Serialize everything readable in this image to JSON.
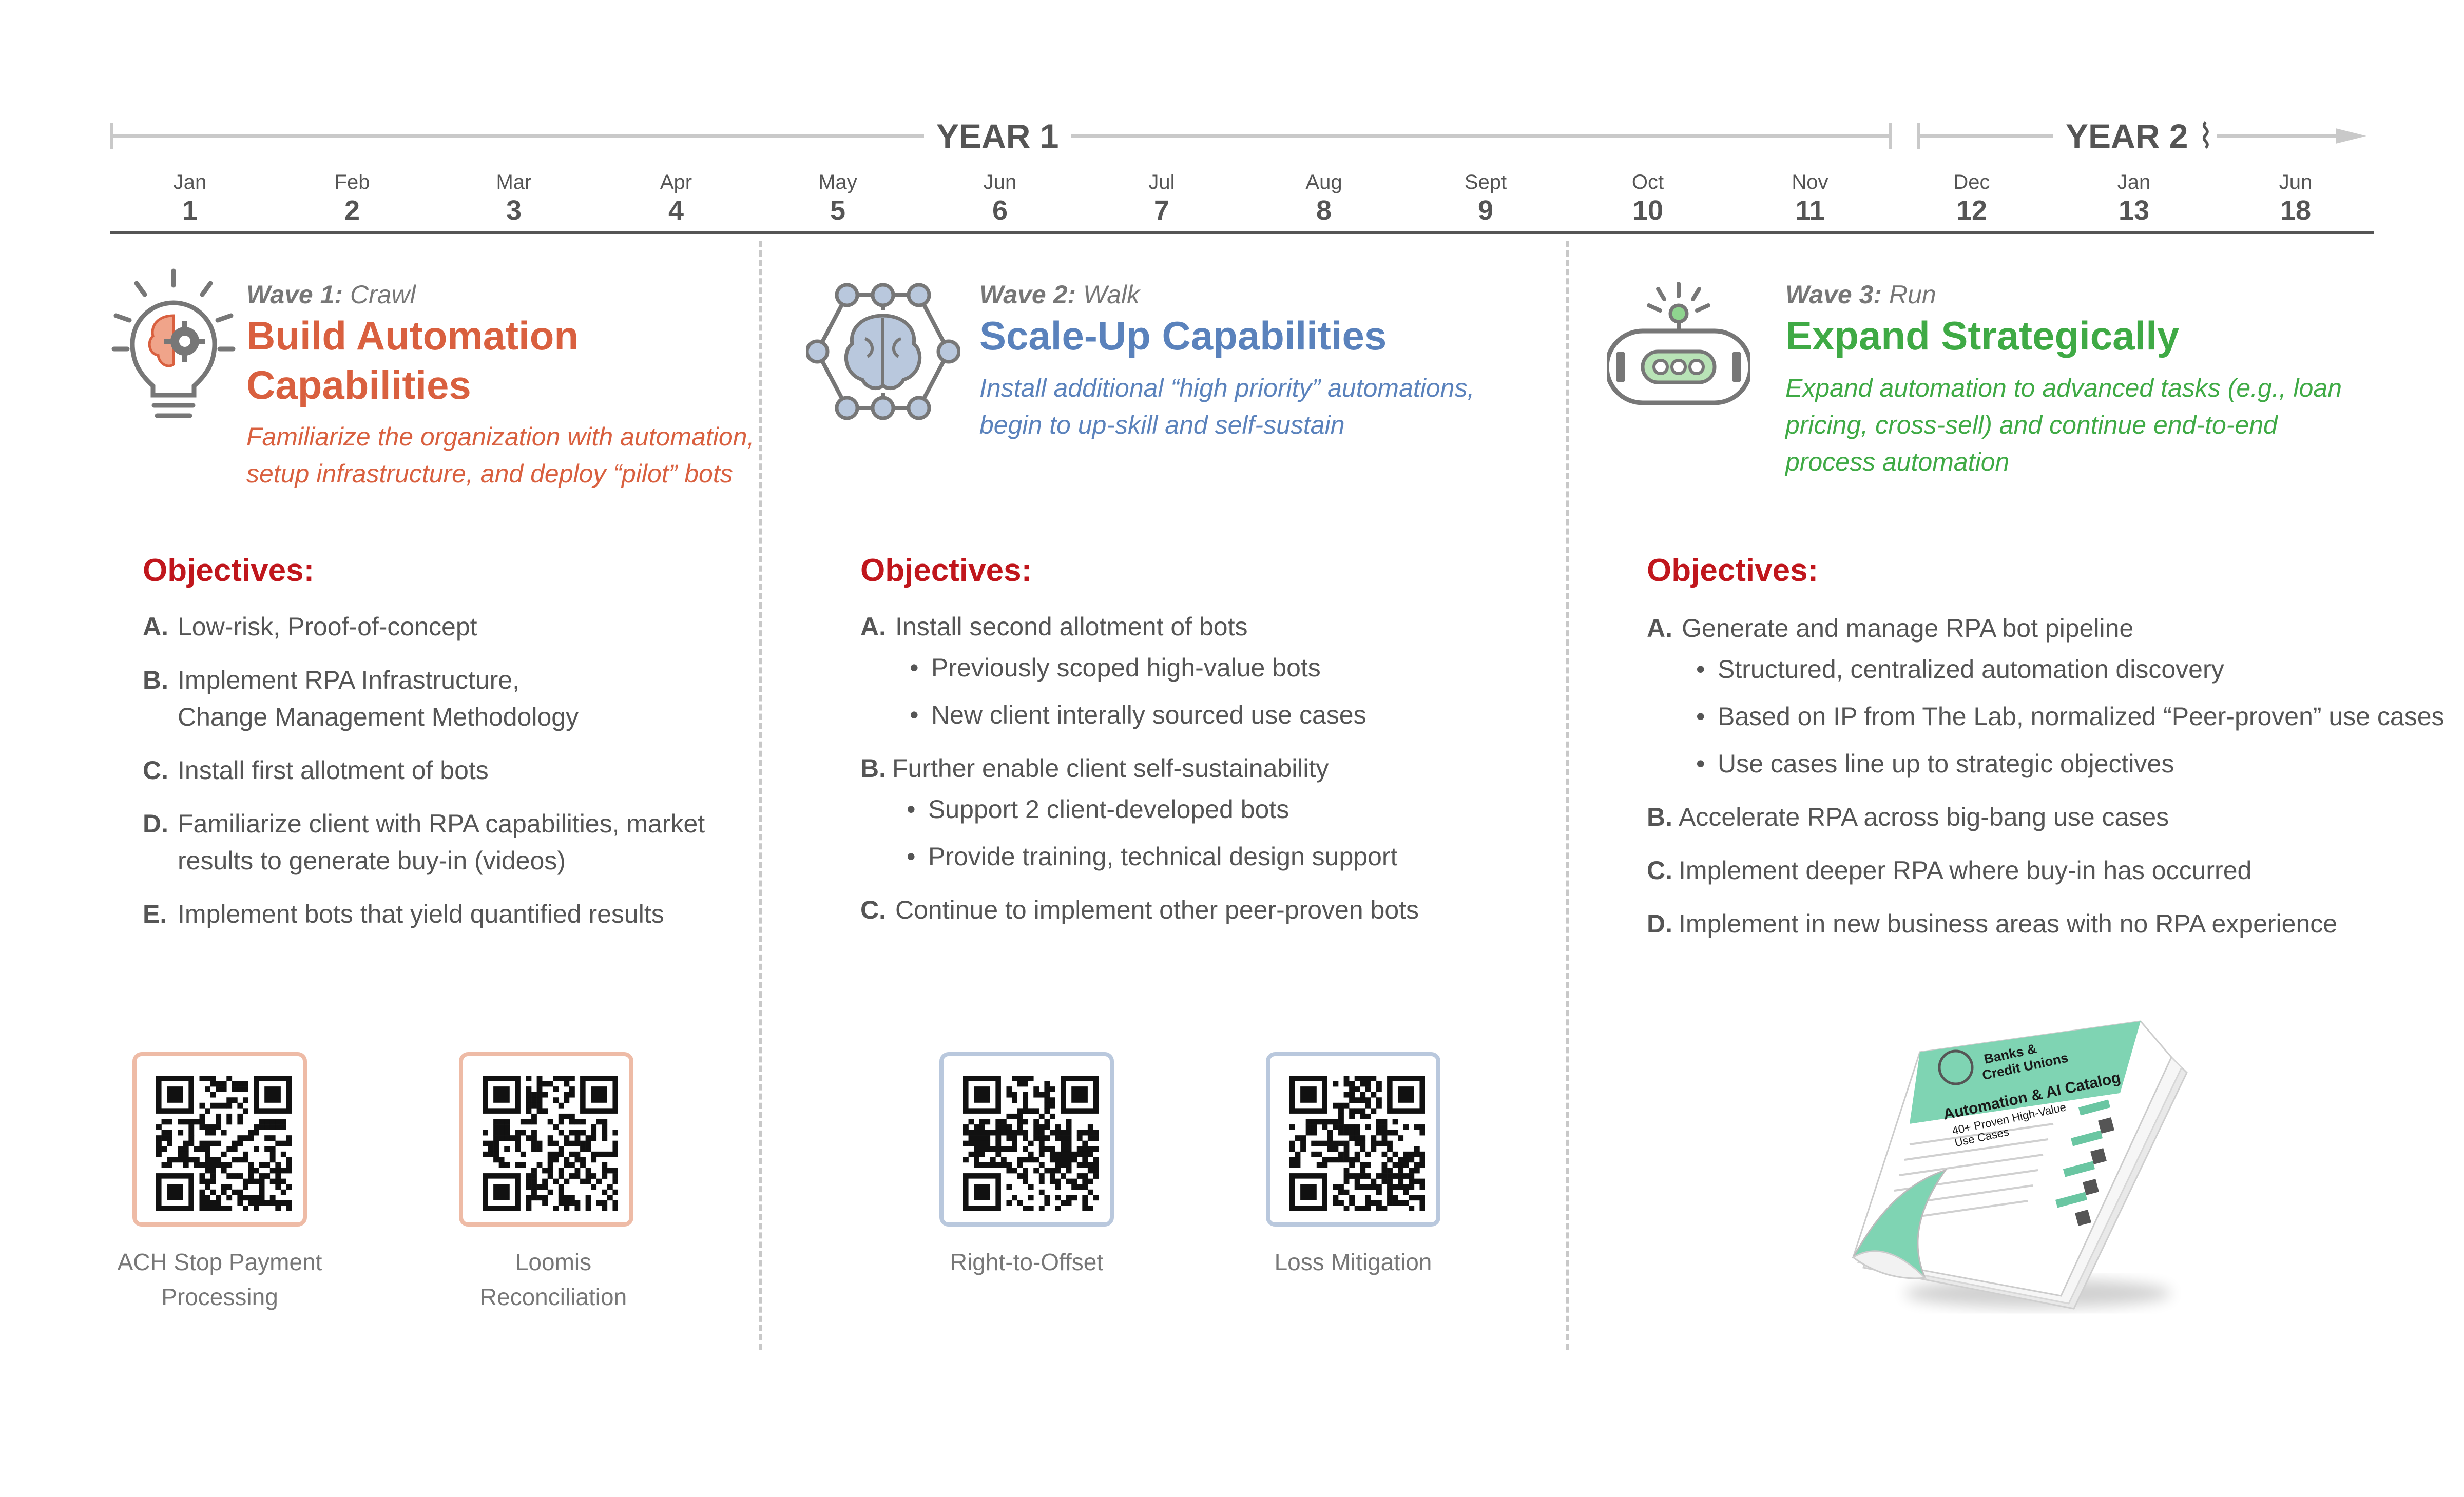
{
  "timeline": {
    "year1_label": "YEAR 1",
    "year2_label": "YEAR 2",
    "break_mark": "⌇",
    "months": [
      {
        "name": "Jan",
        "num": "1"
      },
      {
        "name": "Feb",
        "num": "2"
      },
      {
        "name": "Mar",
        "num": "3"
      },
      {
        "name": "Apr",
        "num": "4"
      },
      {
        "name": "May",
        "num": "5"
      },
      {
        "name": "Jun",
        "num": "6"
      },
      {
        "name": "Jul",
        "num": "7"
      },
      {
        "name": "Aug",
        "num": "8"
      },
      {
        "name": "Sept",
        "num": "9"
      },
      {
        "name": "Oct",
        "num": "10"
      },
      {
        "name": "Nov",
        "num": "11"
      },
      {
        "name": "Dec",
        "num": "12"
      },
      {
        "name": "Jan",
        "num": "13"
      },
      {
        "name": "Jun",
        "num": "18"
      }
    ]
  },
  "waves": [
    {
      "label_bold": "Wave 1:",
      "label_rest": " Crawl",
      "title_line1": "Build Automation",
      "title_line2": "Capabilities",
      "desc_line1": "Familiarize the organization with automation,",
      "desc_line2": "setup infrastructure, and deploy “pilot” bots",
      "color": "#d9603f",
      "icon": "lightbulb-brain-gear-icon",
      "objectives_heading": "Objectives:",
      "objectives": [
        {
          "letter": "A.",
          "line1": "Low-risk, Proof-of-concept",
          "line2": ""
        },
        {
          "letter": "B.",
          "line1": "Implement RPA Infrastructure,",
          "line2": "Change Management Methodology"
        },
        {
          "letter": "C.",
          "line1": "Install first allotment of bots",
          "line2": ""
        },
        {
          "letter": "D.",
          "line1": "Familiarize client with RPA capabilities, market",
          "line2": "results to generate buy-in (videos)"
        },
        {
          "letter": "E.",
          "line1": "Implement bots that yield quantified results",
          "line2": ""
        }
      ],
      "qr_cards": [
        {
          "caption_line1": "ACH Stop Payment",
          "caption_line2": "Processing"
        },
        {
          "caption_line1": "Loomis",
          "caption_line2": "Reconciliation"
        }
      ],
      "qr_border": "#eebba6"
    },
    {
      "label_bold": "Wave 2:",
      "label_rest": " Walk",
      "title_line1": "Scale-Up Capabilities",
      "desc_line1": "Install additional “high priority” automations,",
      "desc_line2": "begin to up-skill and self-sustain",
      "color": "#5a82bc",
      "icon": "brain-network-icon",
      "objectives_heading": "Objectives:",
      "obj_a": "Install second allotment of bots",
      "obj_a_subs": [
        "Previously scoped high-value bots",
        "New client interally sourced use cases"
      ],
      "obj_b": "Further enable client self-sustainability",
      "obj_b_subs": [
        "Support 2 client-developed bots",
        "Provide training, technical design support"
      ],
      "obj_c": "Continue to implement other peer-proven bots",
      "qr_cards": [
        {
          "caption_line1": "Right-to-Offset"
        },
        {
          "caption_line1": "Loss Mitigation"
        }
      ],
      "qr_border": "#b9c8dd"
    },
    {
      "label_bold": "Wave 3:",
      "label_rest": " Run",
      "title_line1": "Expand Strategically",
      "desc_line1": "Expand automation to advanced tasks (e.g., loan",
      "desc_line2": "pricing, cross-sell) and continue end-to-end",
      "desc_line3": "process automation",
      "color": "#3faa45",
      "icon": "robot-head-icon",
      "objectives_heading": "Objectives:",
      "obj_a": "Generate and manage RPA bot pipeline",
      "obj_a_subs": [
        "Structured, centralized automation discovery",
        "Based on IP from The Lab, normalized “Peer-proven” use cases",
        "Use cases line up to strategic objectives"
      ],
      "obj_b": "Accelerate RPA across big-bang use cases",
      "obj_c": "Implement deeper RPA where buy-in has occurred",
      "obj_d": "Implement in new business areas with no RPA experience"
    }
  ],
  "catalog": {
    "line1": "Banks &",
    "line2": "Credit Unions",
    "title": "Automation & AI Catalog",
    "subtitle": "40+ Proven High-Value",
    "subtitle2": "Use Cases",
    "cover_color": "#7fd4b3"
  },
  "letters": {
    "a": "A.",
    "b": "B.",
    "c": "C.",
    "d": "D."
  },
  "bullet": "•"
}
